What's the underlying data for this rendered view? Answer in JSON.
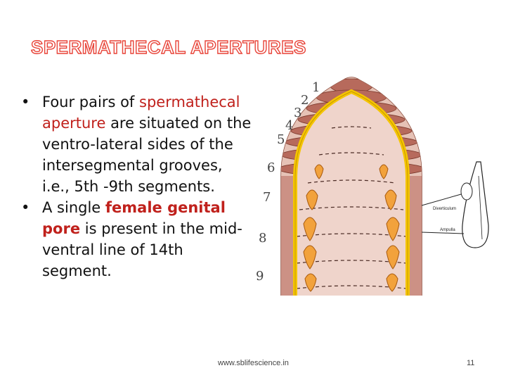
{
  "slide": {
    "title": "SPERMATHECAL APERTURES",
    "bullets": [
      {
        "before": "Four pairs of ",
        "highlight": "spermathecal aperture",
        "after": " are situated on the ventro-lateral sides of the intersegmental grooves, i.e., 5th -9th segments."
      },
      {
        "before": "A single ",
        "highlight": "female genital pore",
        "after": " is present in the mid-ventral line of 14th segment."
      }
    ],
    "footer_url": "www.sblifescience.in",
    "page_number": "11"
  },
  "figure": {
    "segment_labels": [
      "1",
      "2",
      "3",
      "4",
      "5",
      "6",
      "7",
      "8",
      "9"
    ],
    "inset_labels": [
      "Diverticulum",
      "Ampulla"
    ]
  },
  "colors": {
    "title_outline": "#e8453a",
    "highlight_red": "#c0211c",
    "body_skin": "#e9c8bd",
    "segment_ring": "#b76a5c",
    "yellow_outline": "#f5c500",
    "aperture_orange": "#f2a23c"
  }
}
